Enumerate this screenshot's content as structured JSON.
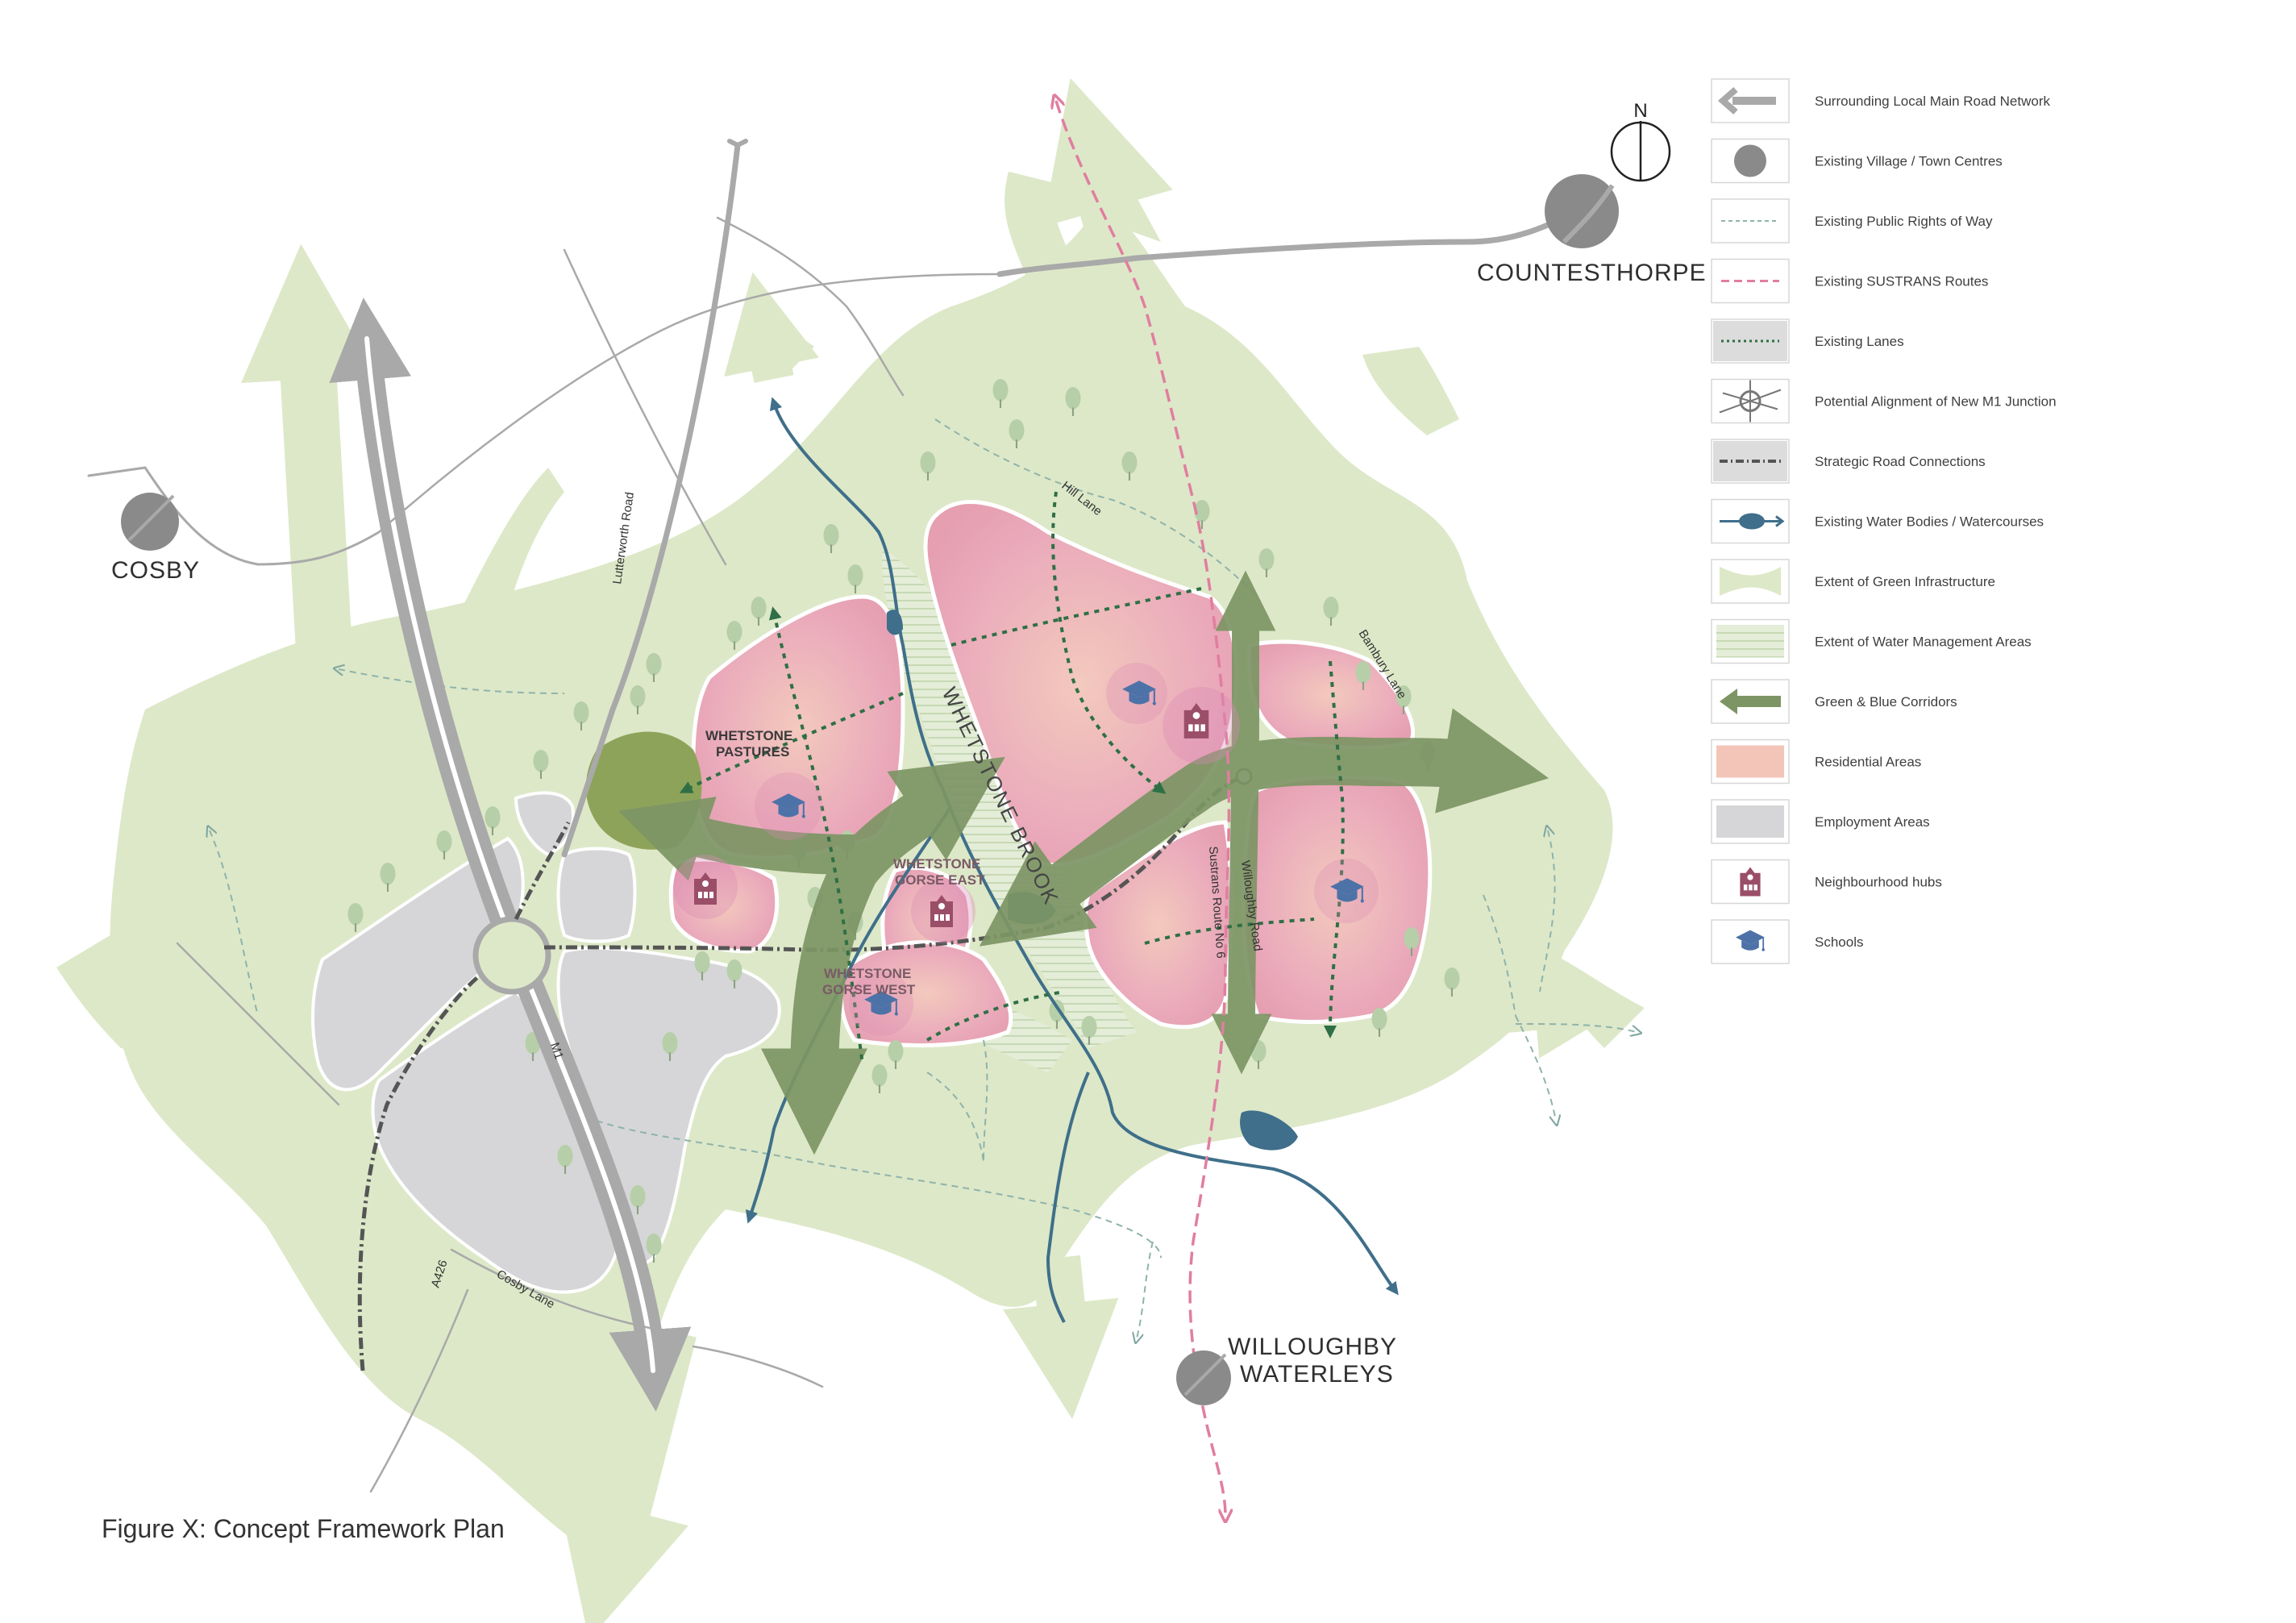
{
  "caption": "Figure X: Concept Framework Plan",
  "north_label": "N",
  "places": {
    "countesthorpe": "COUNTESTHORPE",
    "cosby": "COSBY",
    "willoughby_1": "WILLOUGHBY",
    "willoughby_2": "WATERLEYS"
  },
  "areas": {
    "pastures_1": "WHETSTONE",
    "pastures_2": "PASTURES",
    "gorse_east_1": "WHETSTONE",
    "gorse_east_2": "GORSE EAST",
    "gorse_west_1": "WHETSTONE",
    "gorse_west_2": "GORSE WEST"
  },
  "roads": {
    "lutterworth": "Lutterworth Road",
    "hill_lane": "Hill Lane",
    "bambury": "Bambury Lane",
    "willoughby": "Willoughby Road",
    "sustrans": "Sustrans Route No 6",
    "m1": "M1",
    "a426": "A426",
    "cosby_lane": "Cosby Lane",
    "brook": "WHETSTONE BROOK"
  },
  "legend": [
    {
      "key": "road",
      "label": "Surrounding Local Main Road Network"
    },
    {
      "key": "village",
      "label": "Existing Village / Town Centres"
    },
    {
      "key": "prow",
      "label": "Existing Public Rights of Way"
    },
    {
      "key": "sustrans",
      "label": "Existing SUSTRANS Routes"
    },
    {
      "key": "lanes",
      "label": "Existing Lanes"
    },
    {
      "key": "junction",
      "label": "Potential Alignment of New M1 Junction"
    },
    {
      "key": "strategic",
      "label": "Strategic Road Connections"
    },
    {
      "key": "water",
      "label": "Existing Water Bodies / Watercourses"
    },
    {
      "key": "green",
      "label": "Extent of Green Infrastructure"
    },
    {
      "key": "wma",
      "label": "Extent of Water Management Areas"
    },
    {
      "key": "corridor",
      "label": "Green & Blue Corridors"
    },
    {
      "key": "residential",
      "label": "Residential Areas"
    },
    {
      "key": "employment",
      "label": "Employment Areas"
    },
    {
      "key": "hub",
      "label": "Neighbourhood hubs"
    },
    {
      "key": "school",
      "label": "Schools"
    }
  ],
  "colors": {
    "green_infra": "#dde8c8",
    "corridor": "#7d9565",
    "residential": "#e8a9b8",
    "employment": "#d6d6d8",
    "water": "#3f6f8a",
    "sustrans": "#e07ea0",
    "lane": "#2f6f45",
    "road": "#a9a9a9",
    "village": "#8a8a8a",
    "hub": "#9a4e68",
    "school": "#4d72a8"
  }
}
